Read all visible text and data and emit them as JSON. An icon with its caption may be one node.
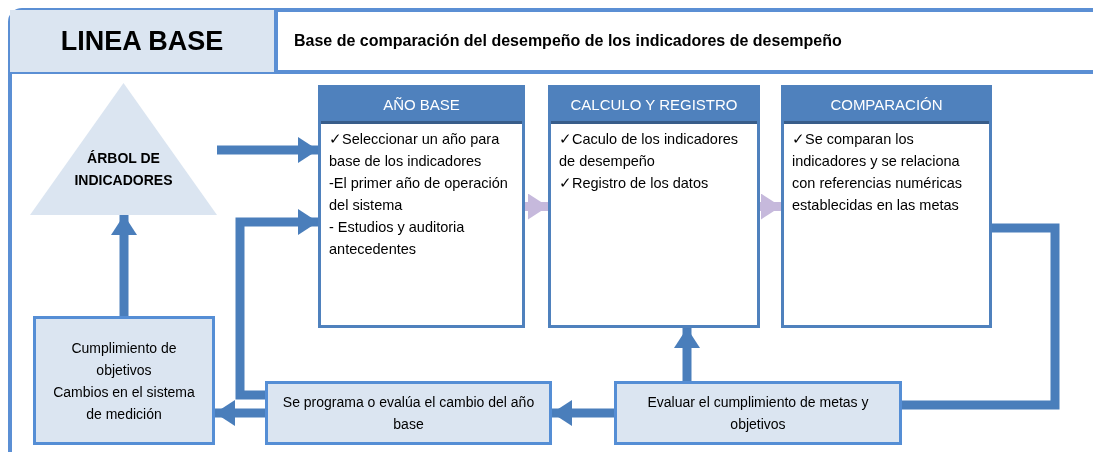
{
  "diagram": {
    "nodes": [
      {
        "text": [
          "LINEA BASE"
        ]
      },
      {
        "text": [
          "Base de comparación del desempeño de los indicadores de desempeño"
        ]
      },
      {
        "text": [
          "ÁRBOL DE INDICADORES"
        ]
      },
      {
        "text": [
          "AÑO BASE",
          "✓Seleccionar un año para base de los indicadores",
          "-El primer año de operación del sistema",
          "- Estudios y auditoria antecedentes"
        ]
      },
      {
        "text": [
          "CALCULO Y REGISTRO",
          "✓Caculo de los indicadores de desempeño",
          "✓Registro de los datos"
        ]
      },
      {
        "text": [
          "COMPARACIÓN",
          "✓Se comparan los indicadores y se relaciona con referencias numéricas establecidas en las metas"
        ]
      },
      {
        "text": [
          "Cumplimiento de objetivos",
          "Cambios en el sistema de medición"
        ]
      },
      {
        "text": [
          "Se programa o evalúa el cambio del año base"
        ]
      },
      {
        "text": [
          "Evaluar el cumplimiento de metas y objetivos"
        ]
      }
    ],
    "edges": [
      {
        "from": 2,
        "to": 3,
        "arrow": "to"
      },
      {
        "from": 7,
        "to": 3,
        "arrow": "to"
      },
      {
        "from": 3,
        "to": 4,
        "arrow": "to",
        "color": "#c6b9dc"
      },
      {
        "from": 4,
        "to": 5,
        "arrow": "to",
        "color": "#c6b9dc"
      },
      {
        "from": 5,
        "to": 8,
        "arrow": "none"
      },
      {
        "from": 8,
        "to": 4,
        "arrow": "to"
      },
      {
        "from": 8,
        "to": 7,
        "arrow": "to"
      },
      {
        "from": 7,
        "to": 6,
        "arrow": "to"
      },
      {
        "from": 6,
        "to": 2,
        "arrow": "to"
      }
    ]
  }
}
